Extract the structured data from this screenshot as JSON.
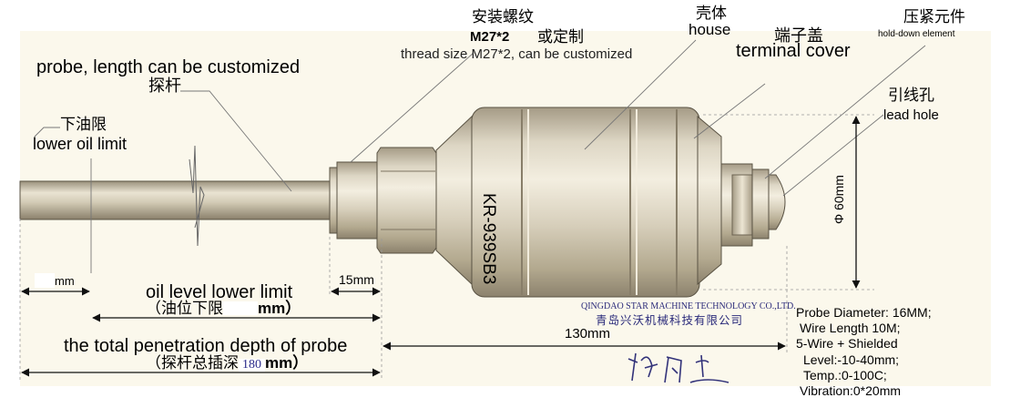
{
  "labels": {
    "probe_en": "probe, length can be customized",
    "probe_cn": "探杆",
    "thread_cn": "安装螺纹",
    "thread_size": "M27*2",
    "thread_custom_cn": "或定制",
    "thread_en": "thread size M27*2, can be customized",
    "house_cn": "壳体",
    "house_en": "house",
    "terminal_cn": "端子盖",
    "terminal_en": "terminal cover",
    "holddown_cn": "压紧元件",
    "holddown_en": "hold-down element",
    "leadhole_cn": "引线孔",
    "leadhole_en": "lead hole",
    "lower_oil_cn": "下油限",
    "lower_oil_en": "lower oil limit",
    "model": "KR-939SB3",
    "diameter": "Φ 60mm"
  },
  "dimensions": {
    "left_gap": "mm",
    "thread_len": "15mm",
    "oil_level_en": "oil level lower limit",
    "oil_level_cn_prefix": "（油位下限",
    "oil_level_cn_suffix": "mm）",
    "head_len": "130mm",
    "total_en": "the total penetration depth of probe",
    "total_cn_prefix": "（探杆总插深",
    "total_value": "180",
    "total_cn_suffix": "mm）"
  },
  "company": {
    "name_en": "QINGDAO STAR MACHINE TECHNOLOGY CO.,LTD.",
    "name_cn": "青岛兴沃机械科技有限公司"
  },
  "specs": [
    "Probe Diameter: 16MM;",
    "Wire Length 10M;",
    "5-Wire + Shielded",
    "Level:-10-40mm;",
    "Temp.:0-100C;",
    "Vibration:0*20mm"
  ],
  "colors": {
    "panel": "#fbf8ec",
    "metal_light": "#ece5d4",
    "metal_mid": "#c6bca4",
    "metal_dark": "#8e8470"
  }
}
